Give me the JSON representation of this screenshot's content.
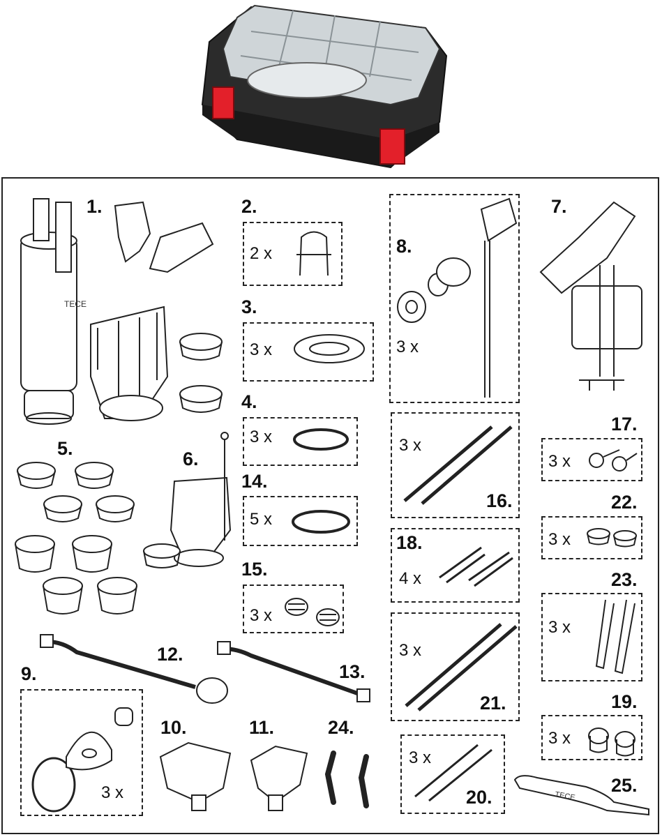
{
  "product_case": {
    "icon": "tool-case-icon",
    "accent_color": "#e3202a",
    "body_color": "#2b2b2b"
  },
  "brand_mark": "TECE",
  "items": {
    "n1": "1.",
    "n2": "2.",
    "n3": "3.",
    "n4": "4.",
    "n5": "5.",
    "n6": "6.",
    "n7": "7.",
    "n8": "8.",
    "n9": "9.",
    "n10": "10.",
    "n11": "11.",
    "n12": "12.",
    "n13": "13.",
    "n14": "14.",
    "n15": "15.",
    "n16": "16.",
    "n17": "17.",
    "n18": "18.",
    "n19": "19.",
    "n20": "20.",
    "n21": "21.",
    "n22": "22.",
    "n23": "23.",
    "n24": "24.",
    "n25": "25."
  },
  "quantities": {
    "q2": "2 x",
    "q3": "3 x",
    "q4": "3 x",
    "q8": "3 x",
    "q9": "3 x",
    "q14": "5 x",
    "q15": "3 x",
    "q16": "3 x",
    "q17": "3 x",
    "q18": "4 x",
    "q19": "3 x",
    "q20": "3 x",
    "q21": "3 x",
    "q22": "3 x",
    "q23": "3 x"
  }
}
